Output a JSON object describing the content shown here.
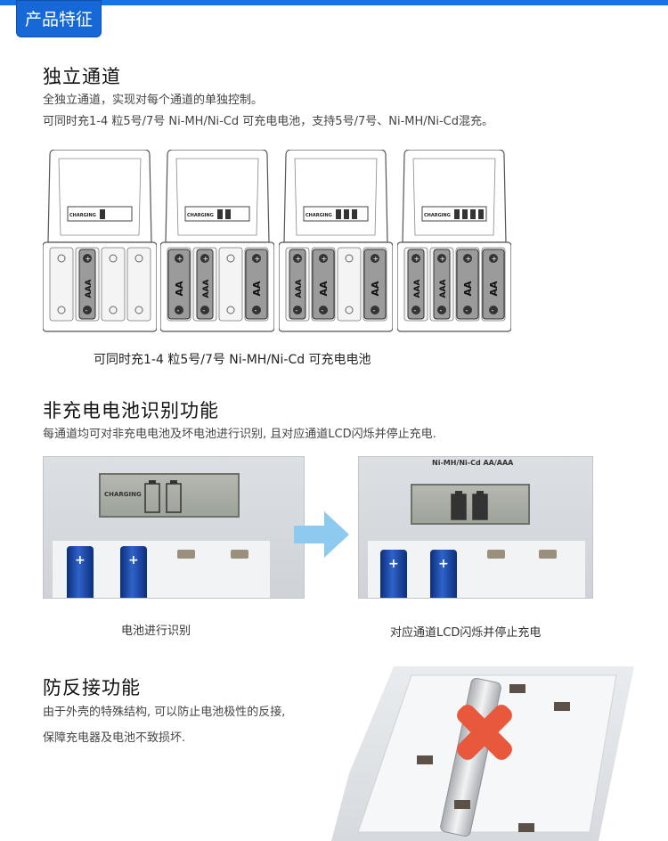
{
  "header": {
    "tag": "产品特征"
  },
  "section1": {
    "title": "独立通道",
    "line1": "全独立通道，实现对每个通道的单独控制。",
    "line2": "可同时充1-4 粒5号/7号 Ni-MH/Ni-Cd 可充电电池，支持5号/7号、Ni-MH/Ni-Cd混充。",
    "caption": "可同时充1-4 粒5号/7号 Ni-MH/Ni-Cd 可充电电池",
    "lcd_text": "CHARGING",
    "cell_labels": {
      "aa": "AA",
      "aaa": "AAA"
    }
  },
  "section2": {
    "title": "非充电电池识别功能",
    "desc": "每通道均可对非充电电池及坏电池进行识别, 且对应通道LCD闪烁并停止充电.",
    "lcd_text": "CHARGING",
    "panel_label": "Ni-MH/Ni-Cd AA/AAA",
    "caption_left": "电池进行识别",
    "caption_right": "对应通道LCD闪烁并停止充电"
  },
  "section3": {
    "title": "防反接功能",
    "line1": "由于外壳的特殊结构, 可以防止电池极性的反接,",
    "line2": "保障充电器及电池不致损坏."
  },
  "colors": {
    "accent": "#1568d6",
    "arrow": "#8ec9ef",
    "cross": "#e8583c"
  },
  "icons": [
    "arrow-right-icon",
    "cross-icon"
  ]
}
